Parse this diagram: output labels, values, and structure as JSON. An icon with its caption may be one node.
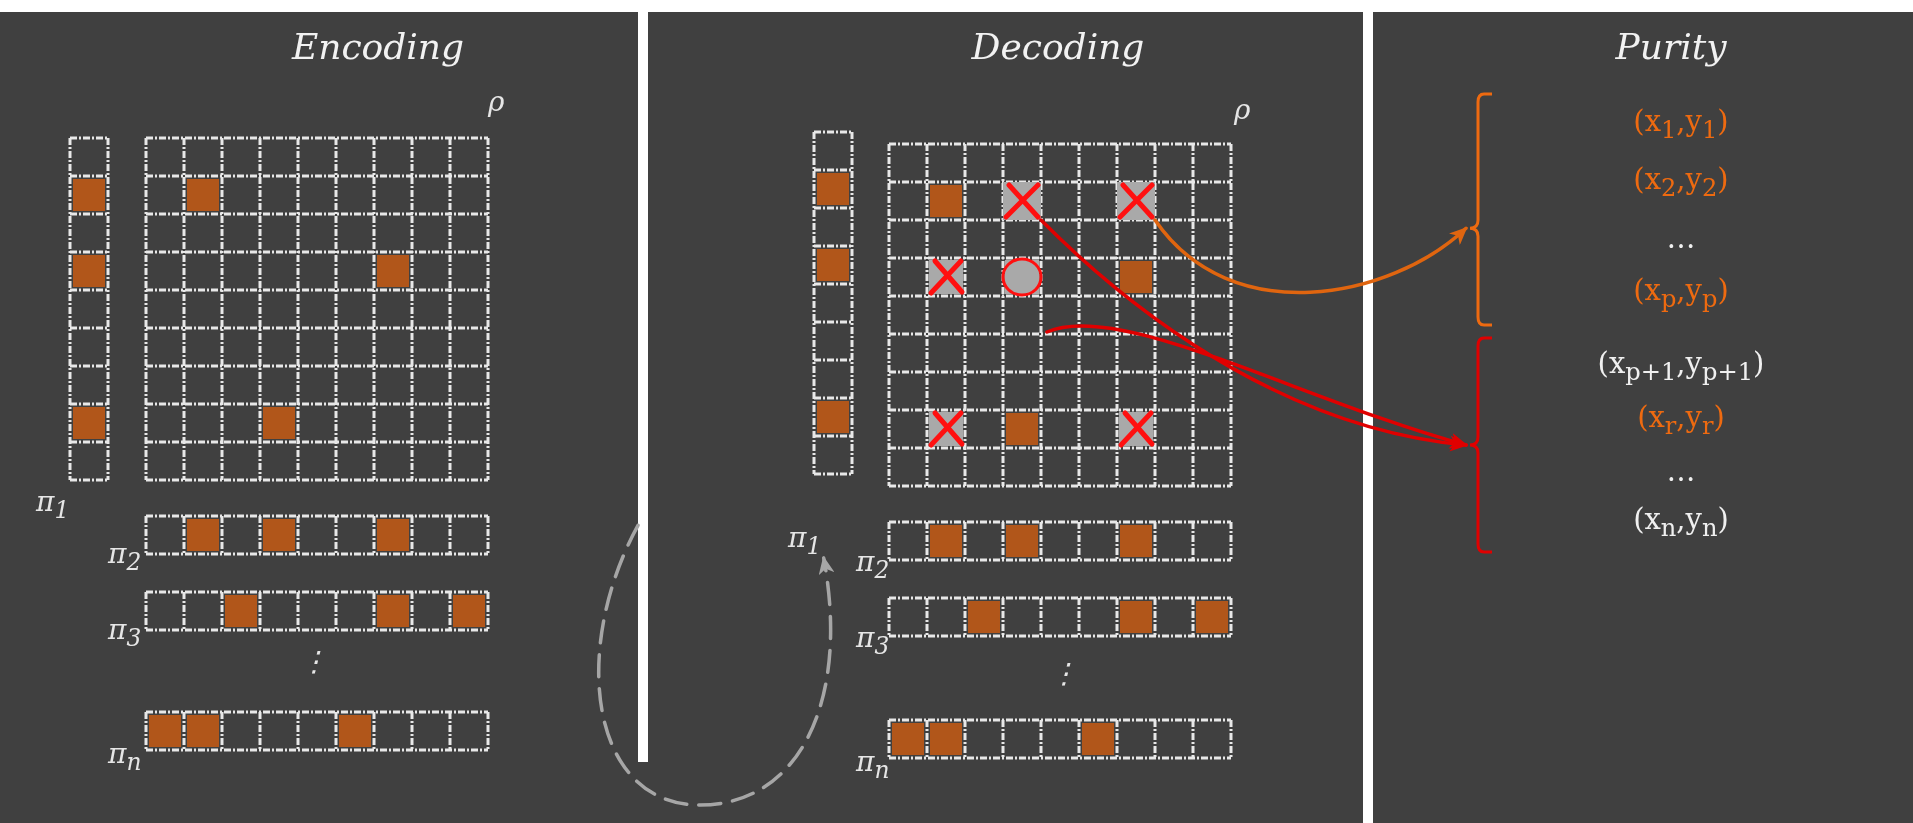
{
  "diagram": {
    "nodes": [
      {
        "text": [
          "Encoding"
        ]
      },
      {
        "text": [
          "Decoding"
        ]
      },
      {
        "text": [
          "Purity"
        ]
      },
      {
        "text": [
          "(x$_{1}$,y$_{1}$)",
          "(x$_{2}$,y$_{2}$)",
          "…",
          "(x$_{p}$,y$_{p}$)"
        ],
        "in": 2
      },
      {
        "text": [
          "(x$_{p+1}$,y$_{p+1}$)",
          "(x$_{r}$,y$_{r}$)",
          "…",
          "(x$_{n}$,y$_{n}$)"
        ],
        "in": 2
      },
      {
        "text": [
          "π$_{1}$"
        ],
        "in": 1
      },
      {
        "text": [],
        "shape": "box",
        "in": 1
      },
      {
        "text": [],
        "shape": "box",
        "in": 1
      }
    ],
    "edges": [
      {
        "from": 7,
        "to": 3,
        "arrow": "to",
        "color": "#e0650f"
      },
      {
        "from": 6,
        "to": 4,
        "arrow": "to",
        "color": "#e00000"
      },
      {
        "from": null,
        "to": 4,
        "arrow": "to",
        "color": "#e00000"
      },
      {
        "from": 0,
        "to": 5,
        "arrow": "to",
        "style": "dashed",
        "color": "#a6a6a6"
      }
    ],
    "labels": [
      "ρ",
      "π$_{1}$",
      "π$_{2}$",
      "π$_{3}$",
      "⋮",
      "π$_{n}$",
      "ρ",
      "π$_{2}$",
      "π$_{3}$",
      "⋮",
      "π$_{n}$"
    ]
  }
}
